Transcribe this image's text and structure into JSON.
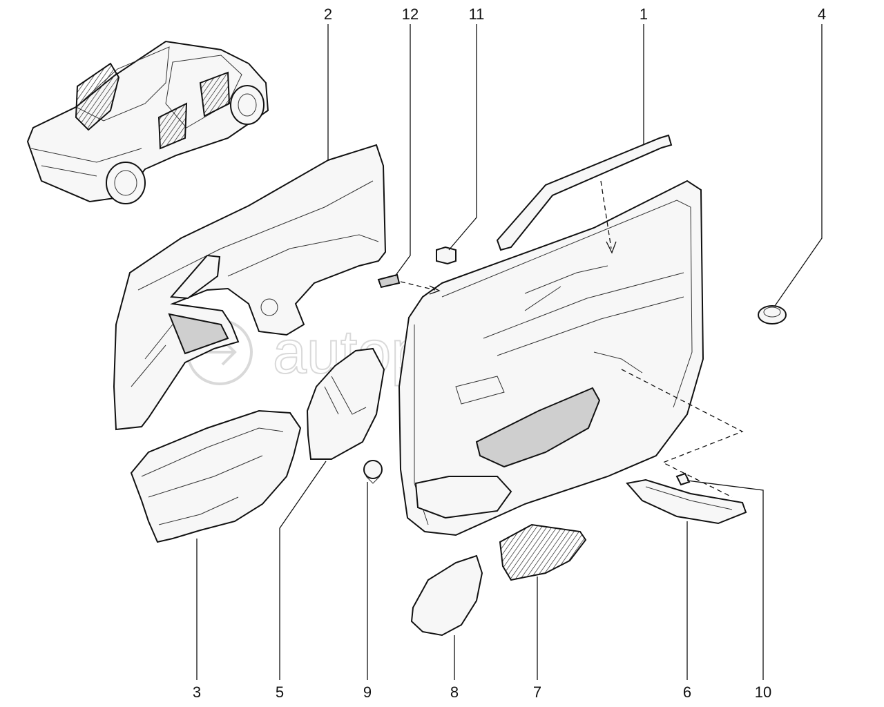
{
  "watermark": "autopiter.ru",
  "callouts": {
    "c1": "1",
    "c2": "2",
    "c3": "3",
    "c4": "4",
    "c5": "5",
    "c6": "6",
    "c7": "7",
    "c8": "8",
    "c9": "9",
    "c10": "10",
    "c11": "11",
    "c12": "12"
  },
  "colors": {
    "line": "#111111",
    "fill": "#f7f7f7",
    "watermark": "#d9d9d9"
  }
}
